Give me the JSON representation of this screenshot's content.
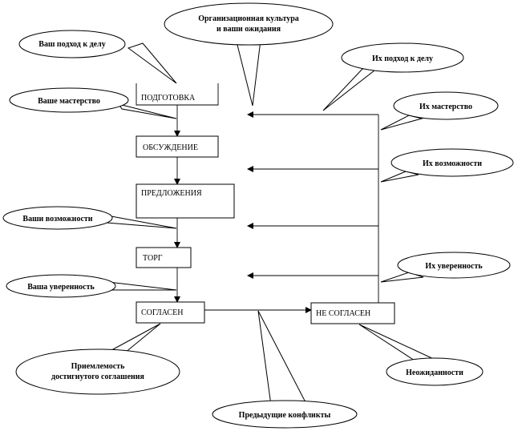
{
  "boxes": {
    "preparation": "ПОДГОТОВКА",
    "discussion": "ОБСУЖДЕНИЕ",
    "proposals": "ПРЕДЛОЖЕНИЯ",
    "bargaining": "ТОРГ",
    "agree": "СОГЛАСЕН",
    "disagree": "НЕ СОГЛАСЕН"
  },
  "callouts": {
    "culture": [
      "Организационная культура",
      "и ваши ожидания"
    ],
    "your_approach": "Ваш подход к делу",
    "your_mastery": "Ваше мастерство",
    "your_capabilities": "Ваши возможности",
    "your_confidence": "Ваша уверенность",
    "their_approach": "Их подход к делу",
    "their_mastery": "Их мастерство",
    "their_capabilities": "Их возможности",
    "their_confidence": "Их уверенность",
    "acceptance": [
      "Приемлемость",
      "достигнутого соглашения"
    ],
    "previous_conflicts": "Предыдущие конфликты",
    "surprises": "Неожиданности"
  }
}
